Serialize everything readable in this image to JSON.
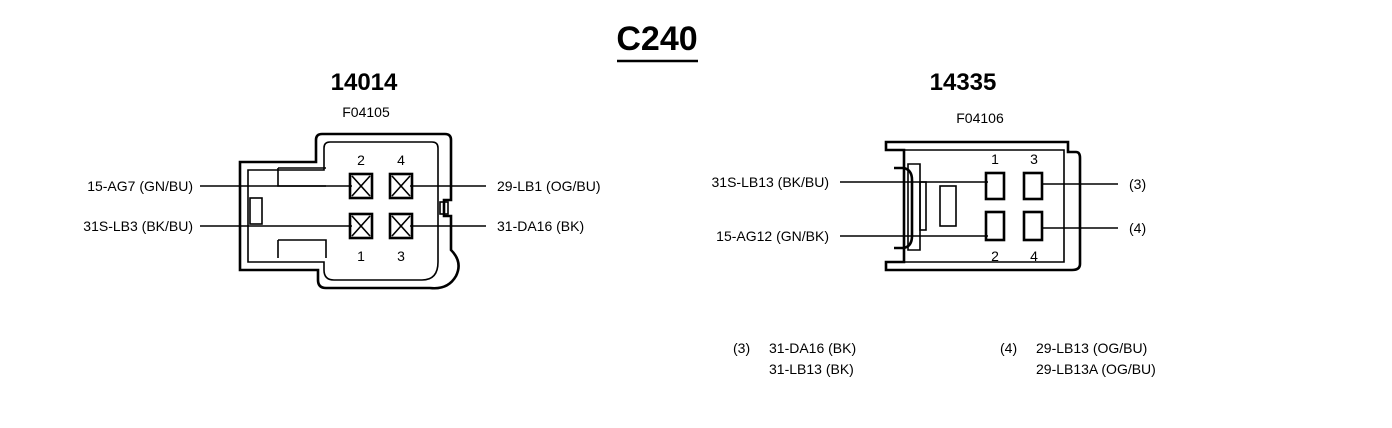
{
  "title": "C240",
  "connector_left": {
    "id": "14014",
    "part": "F04105",
    "pin_numbers": [
      "2",
      "4",
      "1",
      "3"
    ],
    "wires": {
      "pin2": "15-AG7 (GN/BU)",
      "pin1": "31S-LB3 (BK/BU)",
      "pin4": "29-LB1 (OG/BU)",
      "pin3": "31-DA16 (BK)"
    }
  },
  "connector_right": {
    "id": "14335",
    "part": "F04106",
    "pin_numbers": [
      "1",
      "3",
      "2",
      "4"
    ],
    "wires": {
      "pin1": "31S-LB13 (BK/BU)",
      "pin2": "15-AG12 (GN/BK)",
      "pin3": "(3)",
      "pin4": "(4)"
    }
  },
  "notes": [
    {
      "ref": "(3)",
      "lines": [
        "31-DA16 (BK)",
        "31-LB13 (BK)"
      ]
    },
    {
      "ref": "(4)",
      "lines": [
        "29-LB13 (OG/BU)",
        "29-LB13A (OG/BU)"
      ]
    }
  ]
}
